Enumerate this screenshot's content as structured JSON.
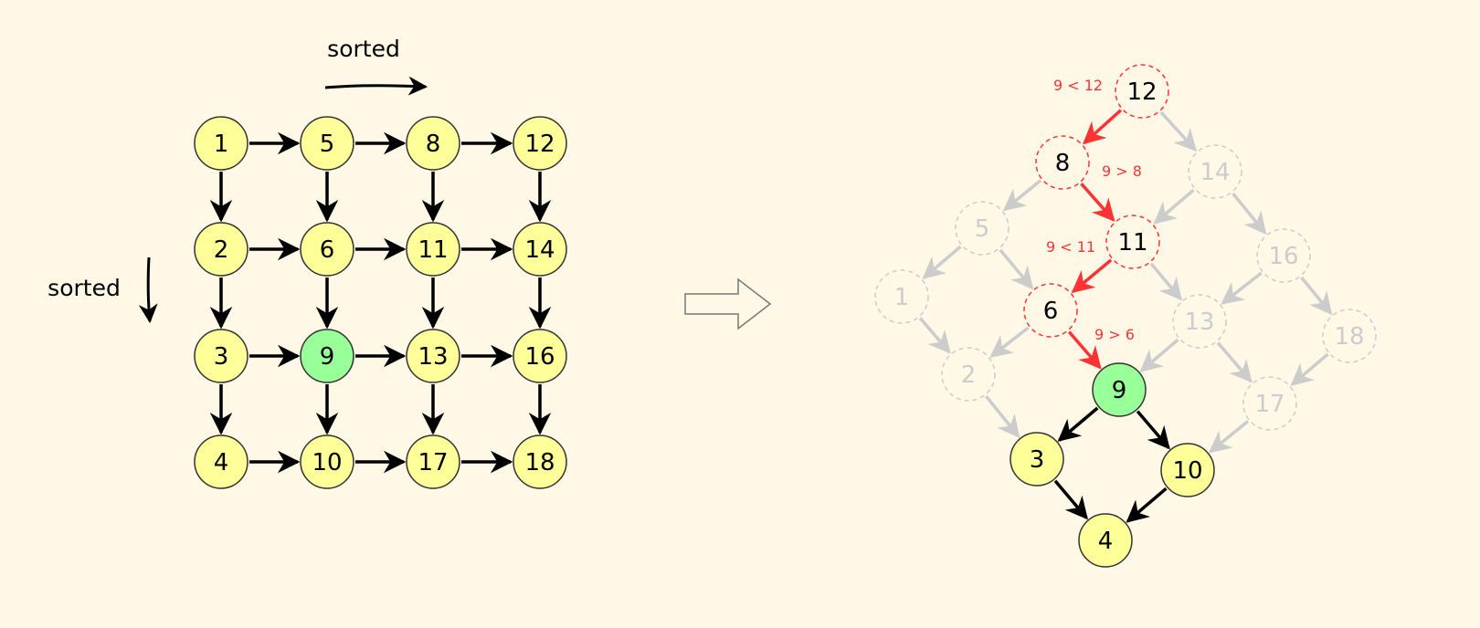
{
  "left": {
    "top_label": "sorted",
    "side_label": "sorted",
    "grid": [
      [
        1,
        5,
        8,
        12
      ],
      [
        2,
        6,
        11,
        14
      ],
      [
        3,
        9,
        13,
        16
      ],
      [
        4,
        10,
        17,
        18
      ]
    ],
    "target": 9
  },
  "right": {
    "nodes": {
      "12": "path",
      "8": "path",
      "11": "path",
      "6": "path",
      "9": "target",
      "3": "result",
      "10": "result",
      "4": "result",
      "14": "faded",
      "5": "faded",
      "16": "faded",
      "1": "faded",
      "13": "faded",
      "18": "faded",
      "2": "faded",
      "17": "faded"
    },
    "comparisons": [
      {
        "text": "9 < 12"
      },
      {
        "text": "9 > 8"
      },
      {
        "text": "9 < 11"
      },
      {
        "text": "9 > 6"
      }
    ]
  },
  "colors": {
    "background": "#fff8e7",
    "node_fill": "#ffff99",
    "target_fill": "#99ff99",
    "path": "#ff3333",
    "faded": "#cccccc",
    "edge": "#000000"
  }
}
